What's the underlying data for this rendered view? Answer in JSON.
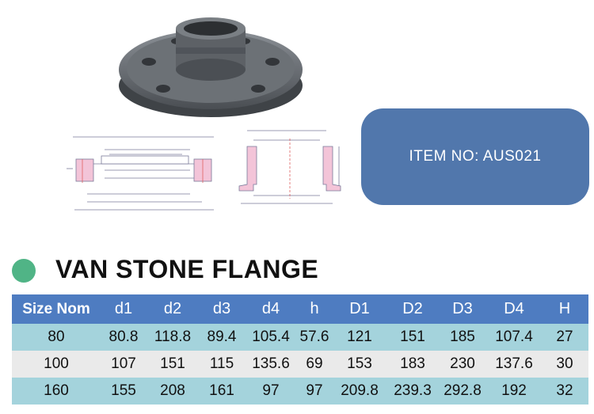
{
  "item_box": {
    "label": "ITEM NO: AUS021"
  },
  "title": "VAN STONE FLANGE",
  "colors": {
    "header": "#4e7cc1",
    "row_blue": "#a4d3dc",
    "row_grey": "#eaeaea",
    "item_box": "#5177ac",
    "dot": "#50b486"
  },
  "table": {
    "headers": [
      "Size Nom",
      "d1",
      "d2",
      "d3",
      "d4",
      "h",
      "D1",
      "D2",
      "D3",
      "D4",
      "H"
    ],
    "rows": [
      [
        "80",
        "80.8",
        "118.8",
        "89.4",
        "105.4",
        "57.6",
        "121",
        "151",
        "185",
        "107.4",
        "27"
      ],
      [
        "100",
        "107",
        "151",
        "115",
        "135.6",
        "69",
        "153",
        "183",
        "230",
        "137.6",
        "30"
      ],
      [
        "160",
        "155",
        "208",
        "161",
        "97",
        "97",
        "209.8",
        "239.3",
        "292.8",
        "192",
        "32"
      ]
    ]
  }
}
